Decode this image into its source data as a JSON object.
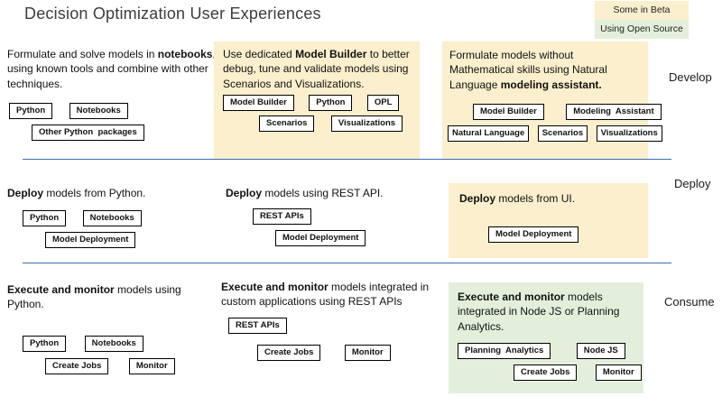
{
  "title": "Decision Optimization User Experiences",
  "legend": {
    "beta": "Some in Beta",
    "open_source": "Using Open Source"
  },
  "stages": [
    "Develop",
    "Deploy",
    "Consume"
  ],
  "colors": {
    "beta_bg": "#fcefcd",
    "open_source_bg": "#e3efdb",
    "divider_blue": "#3c6db0"
  },
  "rows": [
    {
      "stage": "Develop",
      "cells": [
        {
          "pre": "Formulate and solve models in ",
          "bold": "notebooks",
          "post": ", using known tools and combine with other techniques.",
          "tag_lines": [
            [
              "Python",
              "Notebooks"
            ],
            [
              "Other Python  packages"
            ]
          ]
        },
        {
          "pre": "Use dedicated ",
          "bold": "Model Builder",
          "post": " to better debug, tune and validate models using Scenarios and Visualizations.",
          "tag_lines": [
            [
              "Model Builder",
              "Python",
              "OPL"
            ],
            [
              "Scenarios",
              "Visualizations"
            ]
          ]
        },
        {
          "pre": "Formulate models without Mathematical skills using Natural Language ",
          "bold": "modeling assistant.",
          "post": "",
          "tag_lines": [
            [
              "Model Builder",
              "Modeling  Assistant"
            ],
            [
              "Natural Language",
              "Scenarios",
              "Visualizations"
            ]
          ]
        }
      ]
    },
    {
      "stage": "Deploy",
      "cells": [
        {
          "pre": "",
          "bold": "Deploy",
          "post": " models from Python.",
          "tag_lines": [
            [
              "Python",
              "Notebooks"
            ],
            [
              "Model Deployment"
            ]
          ]
        },
        {
          "pre": "",
          "bold": "Deploy",
          "post": " models using REST API.",
          "tag_lines": [
            [
              "REST APIs"
            ],
            [
              "Model Deployment"
            ]
          ]
        },
        {
          "pre": "",
          "bold": "Deploy",
          "post": " models from UI.",
          "tag_lines": [
            [
              "Model Deployment"
            ]
          ]
        }
      ]
    },
    {
      "stage": "Consume",
      "cells": [
        {
          "pre": "",
          "bold": "Execute and monitor",
          "post": " models using Python.",
          "tag_lines": [
            [
              "Python",
              "Notebooks"
            ],
            [
              "Create Jobs",
              "Monitor"
            ]
          ]
        },
        {
          "pre": "",
          "bold": "Execute and monitor",
          "post": " models integrated in custom applications using REST APIs",
          "tag_lines": [
            [
              "REST APIs"
            ],
            [
              "Create Jobs",
              "Monitor"
            ]
          ]
        },
        {
          "pre": "",
          "bold": "Execute and monitor",
          "post": " models integrated in Node JS or Planning Analytics.",
          "tag_lines": [
            [
              "Planning  Analytics",
              "Node JS"
            ],
            [
              "Create Jobs",
              "Monitor"
            ]
          ]
        }
      ]
    }
  ]
}
